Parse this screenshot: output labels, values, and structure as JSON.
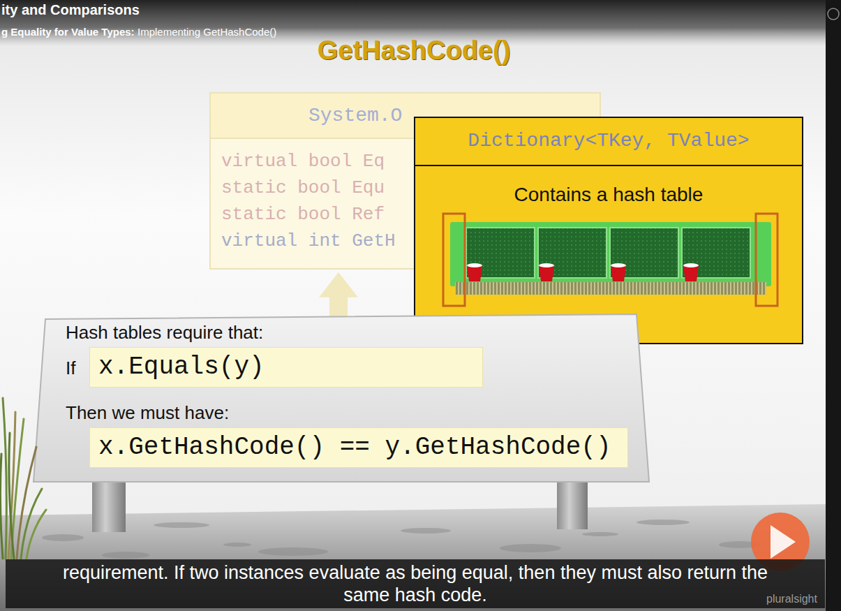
{
  "diagram": {
    "title": "GetHashCode()",
    "caption": "requirement. If two instances evaluate as being equal, then they must also return the same hash code.",
    "nodes": [
      {
        "text": [
          "System.O",
          "virtual bool Eq",
          "static bool Equ",
          "static bool Ref",
          "virtual int GetH"
        ]
      },
      {
        "text": [
          "Dictionary<TKey, TValue>",
          "Contains a hash table"
        ]
      },
      {
        "text": [
          "Hash tables require that:",
          "If",
          "Then we must have:"
        ]
      },
      {
        "text": [
          "x.Equals(y)"
        ],
        "in": 2
      },
      {
        "text": [
          "x.GetHashCode() == y.GetHashCode()"
        ],
        "in": 2
      }
    ],
    "edges": [
      {
        "from": 2,
        "to": 0,
        "arrow": "to"
      }
    ],
    "labels": [
      "ity and Comparisons",
      "g Equality for Value Types:",
      "Implementing GetHashCode()",
      "pluralsight"
    ]
  }
}
